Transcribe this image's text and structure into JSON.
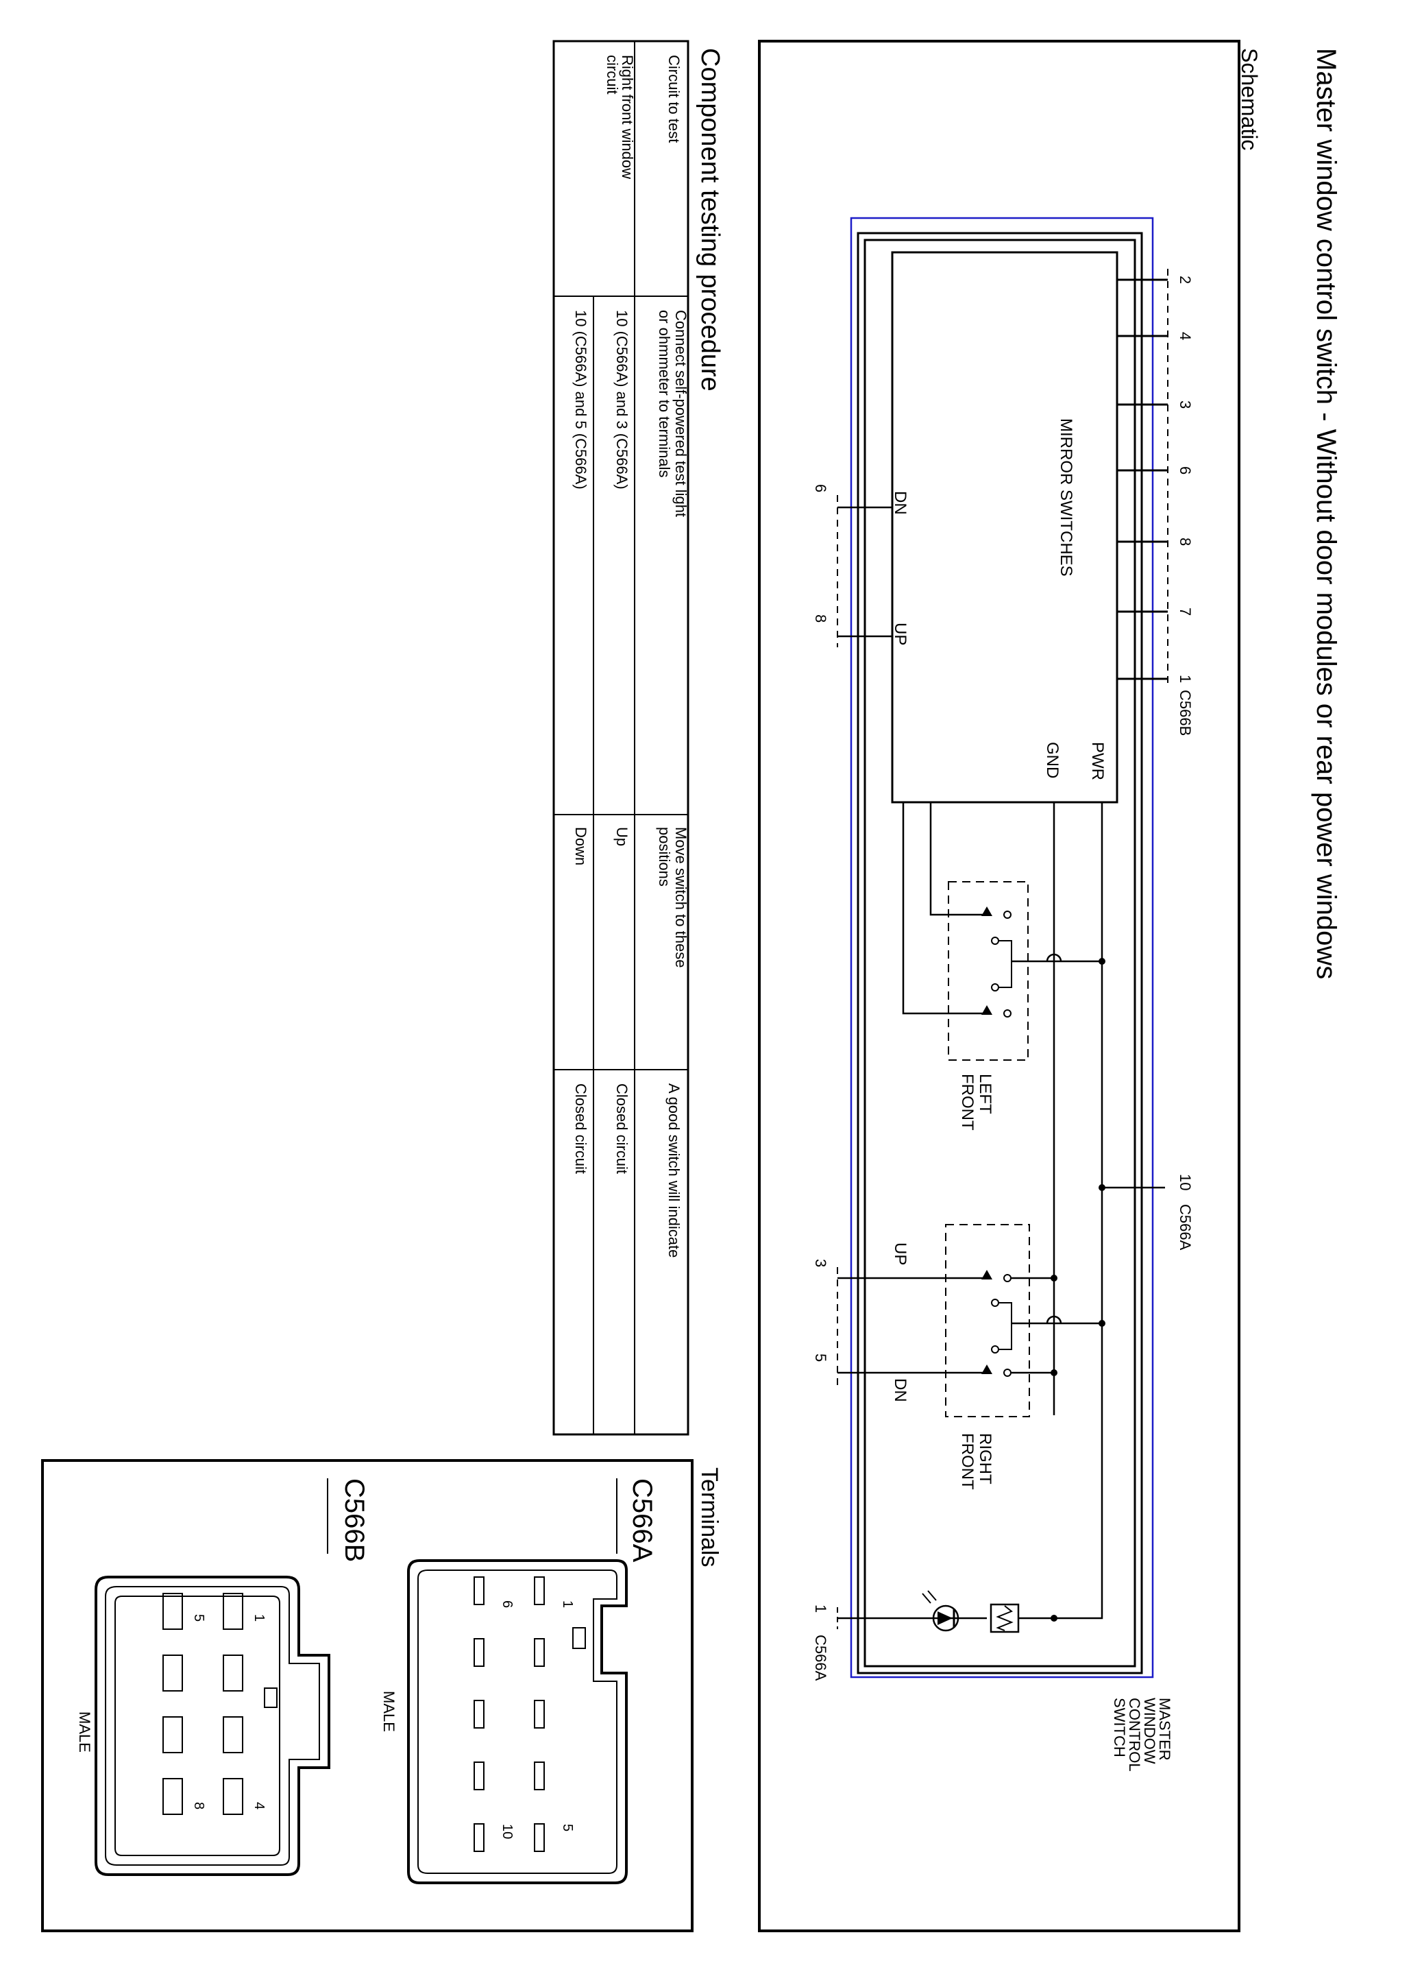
{
  "page": {
    "title": "Master window control switch - Without door modules or rear power windows",
    "schematic_heading": "Schematic",
    "testing_heading": "Component testing procedure",
    "terminals_heading": "Terminals"
  },
  "schematic": {
    "connector_b_label": "C566B",
    "connector_a_label": "C566A",
    "mirror_label": "MIRROR SWITCHES",
    "mirror_pins": [
      "2",
      "4",
      "3",
      "6",
      "8",
      "7",
      "1"
    ],
    "pwr_label": "PWR",
    "gnd_label": "GND",
    "dn_label": "DN",
    "up_label": "UP",
    "mirror_out_pins": [
      "6",
      "8"
    ],
    "left_front_label": [
      "LEFT",
      "FRONT"
    ],
    "right_front_label": [
      "RIGHT",
      "FRONT"
    ],
    "pin10": "10",
    "pin3": "3",
    "pin5": "5",
    "pin1": "1",
    "rf_up_label": "UP",
    "rf_dn_label": "DN",
    "switch_name": [
      "MASTER",
      "WINDOW",
      "CONTROL",
      "SWITCH"
    ]
  },
  "table": {
    "headers": [
      "Circuit to test",
      "Connect self-powered test light or ohmmeter to terminals",
      "Move switch to these positions",
      "A good switch will indicate"
    ],
    "circuit": "Right front window circuit",
    "rows": [
      {
        "terminals": "10 (C566A) and 3 (C566A)",
        "position": "Up",
        "indicate": "Closed circuit"
      },
      {
        "terminals": "10 (C566A) and 5 (C566A)",
        "position": "Down",
        "indicate": "Closed circuit"
      }
    ]
  },
  "terminals": {
    "a_label": "C566A",
    "b_label": "C566B",
    "a_pins": [
      "1",
      "5",
      "6",
      "10"
    ],
    "b_pins": [
      "1",
      "4",
      "5",
      "8"
    ],
    "male": "MALE"
  }
}
